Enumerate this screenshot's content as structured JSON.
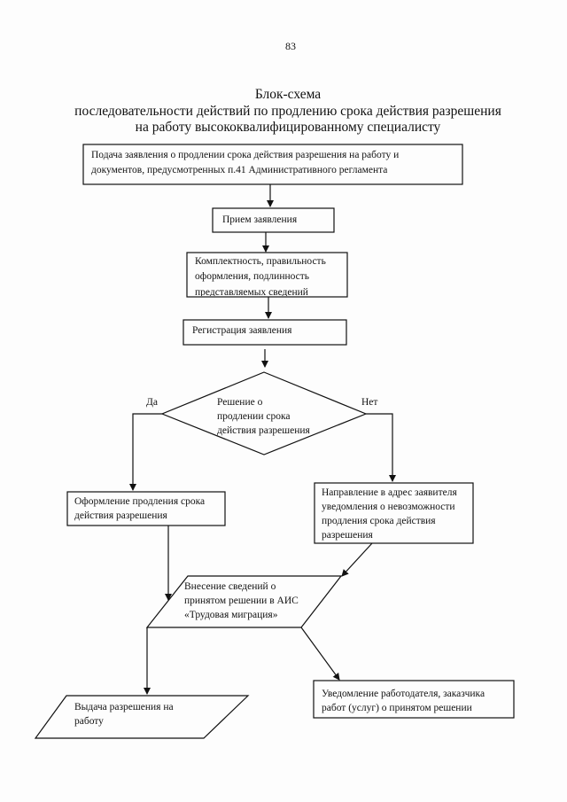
{
  "page_number": "83",
  "title": {
    "line1": "Блок-схема",
    "line2": "последовательности действий по продлению срока действия  разрешения",
    "line3": "на работу  высококвалифицированному специалисту"
  },
  "nodes": {
    "submit": [
      "Подача заявления о продлении срока действия  разрешения на работу и",
      "документов, предусмотренных п.41 Административного регламента"
    ],
    "receive": [
      "Прием заявления"
    ],
    "check": [
      "Комплектность, правильность",
      "оформления, подлинность",
      "представляемых сведений"
    ],
    "register": [
      "Регистрация заявления"
    ],
    "decision": [
      "Решение о",
      "продлении срока",
      "действия разрешения"
    ],
    "extend": [
      "Оформление  продления срока",
      "действия разрешения"
    ],
    "refuse": [
      "Направление в адрес заявителя",
      "уведомления о невозможности",
      "продления срока действия",
      "разрешения"
    ],
    "ais": [
      "Внесение сведений о",
      "принятом решении в АИС",
      "«Трудовая миграция»"
    ],
    "issue": [
      "Выдача разрешения  на",
      "работу"
    ],
    "notify": [
      "Уведомление  работодателя, заказчика",
      "работ (услуг)  о принятом решении"
    ]
  },
  "branches": {
    "yes": "Да",
    "no": "Нет"
  }
}
